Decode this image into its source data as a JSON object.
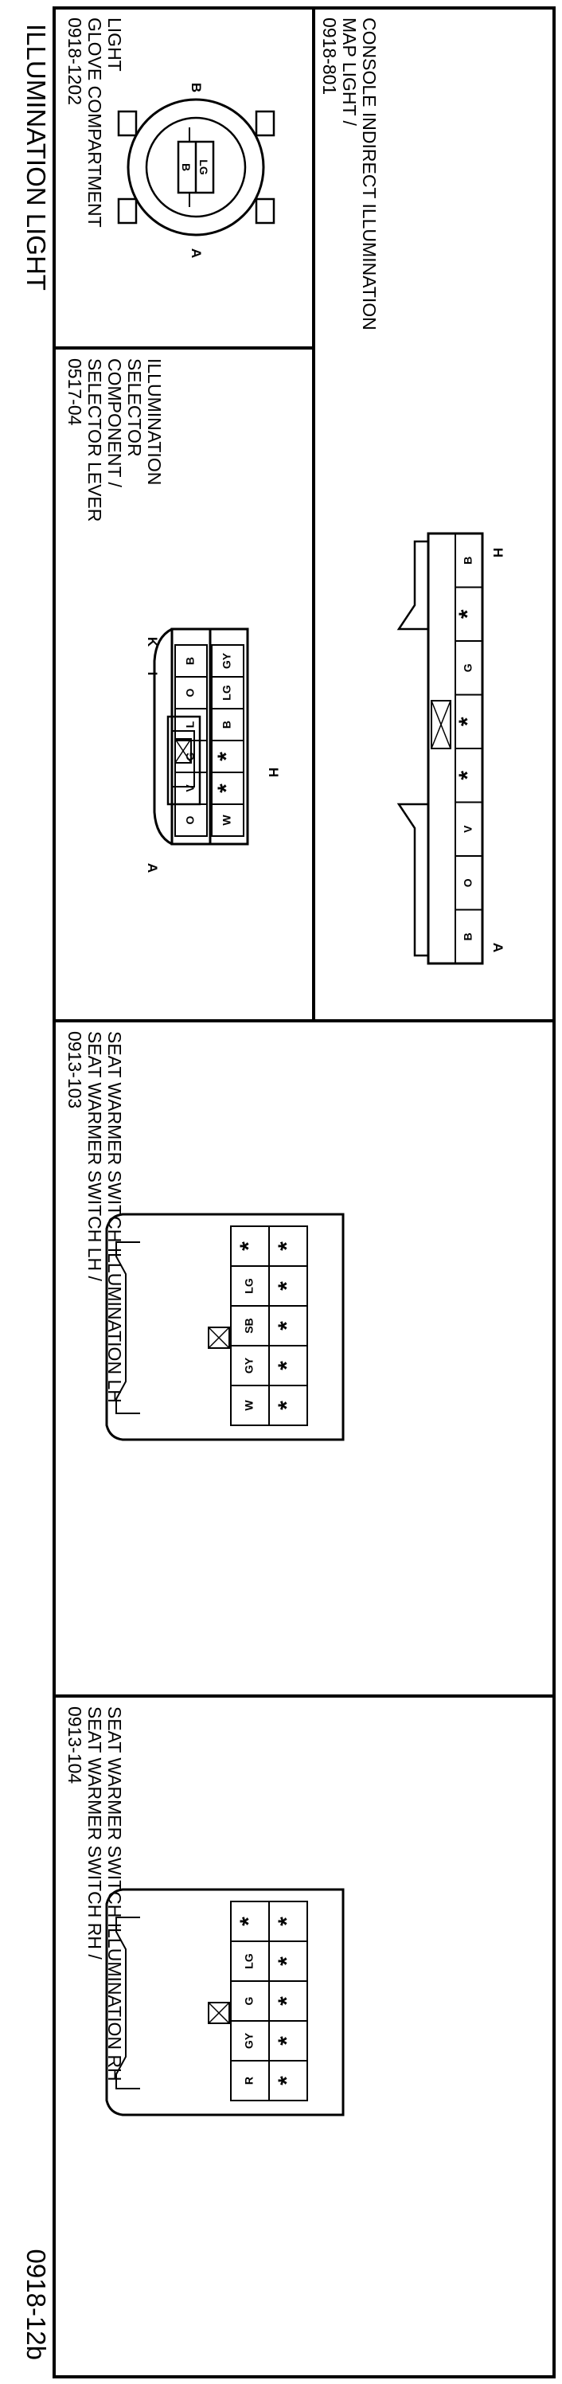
{
  "page": {
    "title": "ILLUMINATION LIGHT",
    "page_number": "0918-12b"
  },
  "connectors": [
    {
      "id": "c1",
      "code": "0918-1202",
      "name_lines": [
        "GLOVE COMPARTMENT",
        "LIGHT"
      ],
      "pins": [
        "B",
        "LG"
      ],
      "end_labels": [
        "B",
        "A"
      ]
    },
    {
      "id": "c2",
      "code": "0517-04",
      "name_lines": [
        "SELECTOR LEVER",
        "COMPONENT /",
        "SELECTOR",
        "ILLUMINATION"
      ],
      "pins_top": [
        "B",
        "O",
        "L",
        "G",
        "V",
        "O"
      ],
      "pins_bottom": [
        "GY",
        "LG",
        "B",
        "*",
        "*",
        "W"
      ],
      "end_labels": [
        "K",
        "I",
        "H",
        "A"
      ]
    },
    {
      "id": "c3",
      "code": "0918-801",
      "name_lines": [
        "MAP LIGHT /",
        "CONSOLE INDIRECT ILLUMINATION"
      ],
      "pins_top": [
        "B",
        "*",
        "G",
        "*",
        "*",
        "V",
        "O",
        "B"
      ],
      "end_labels": [
        "H",
        "A"
      ]
    },
    {
      "id": "c4",
      "code": "0913-103",
      "name_lines": [
        "SEAT WARMER SWITCH LH /",
        "SEAT WARMER SWITCH ILLUMINATION LH"
      ],
      "pins_top": [
        "*",
        "*",
        "*",
        "*",
        "*"
      ],
      "pins_bottom": [
        "*",
        "LG",
        "SB",
        "GY",
        "W"
      ]
    },
    {
      "id": "c5",
      "code": "0913-104",
      "name_lines": [
        "SEAT WARMER SWITCH RH /",
        "SEAT WARMER SWITCH ILLUMINATION RH"
      ],
      "pins_top": [
        "*",
        "*",
        "*",
        "*",
        "*"
      ],
      "pins_bottom": [
        "*",
        "LG",
        "G",
        "GY",
        "R"
      ]
    }
  ]
}
